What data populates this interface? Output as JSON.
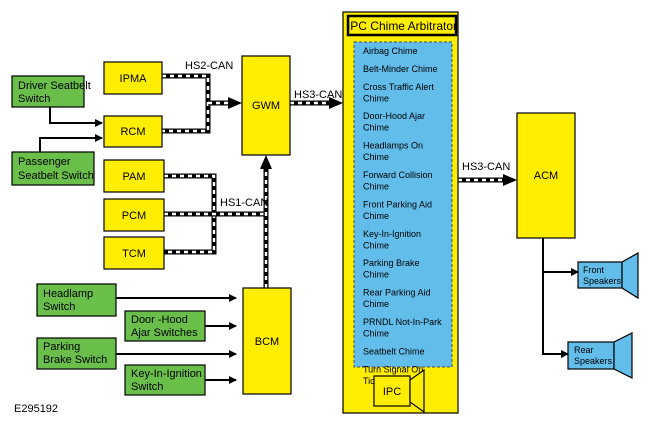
{
  "blocks": {
    "ipma": "IPMA",
    "rcm": "RCM",
    "gwm": "GWM",
    "pam": "PAM",
    "pcm": "PCM",
    "tcm": "TCM",
    "bcm": "BCM",
    "acm": "ACM",
    "ipc": "IPC"
  },
  "switches": {
    "driver_seatbelt": [
      "Driver Seatbelt",
      "Switch"
    ],
    "passenger_seatbelt": [
      "Passenger",
      "Seatbelt Switch"
    ],
    "headlamp": [
      "Headlamp",
      "Switch"
    ],
    "door_hood": [
      "Door -Hood",
      "Ajar Switches"
    ],
    "parking_brake": [
      "Parking",
      "Brake Switch"
    ],
    "key_in_ignition": [
      "Key-In-Ignition",
      "Switch"
    ]
  },
  "buses": {
    "hs1": "HS1-CAN",
    "hs2": "HS2-CAN",
    "hs3_gwm": "HS3-CAN",
    "hs3_acm": "HS3-CAN"
  },
  "arbitrator": {
    "title": "IPC Chime Arbitrator",
    "chimes": [
      [
        "Airbag Chime"
      ],
      [
        "Belt-Minder Chime"
      ],
      [
        "Cross Traffic Alert",
        "Chime"
      ],
      [
        "Door-Hood Ajar",
        "Chime"
      ],
      [
        "Headlamps  On",
        "Chime"
      ],
      [
        "Forward Collision",
        "Chime"
      ],
      [
        "Front Parking Aid",
        "Chime"
      ],
      [
        "Key-In-Ignition",
        "Chime"
      ],
      [
        "Parking Brake",
        "Chime"
      ],
      [
        "Rear Parking Aid",
        "Chime"
      ],
      [
        "PRNDL Not-In-Park",
        "Chime"
      ],
      [
        "Seatbelt Chime"
      ],
      [
        "Turn Signal On",
        "Tick-Tock Tone"
      ]
    ]
  },
  "speakers": {
    "front": [
      "Front",
      "Speakers"
    ],
    "rear": [
      "Rear",
      "Speakers"
    ]
  },
  "figure_id": "E295192",
  "colors": {
    "module": "#ffee00",
    "switch": "#6abf4b",
    "chime_panel": "#62bdea",
    "speaker": "#62bdea"
  }
}
